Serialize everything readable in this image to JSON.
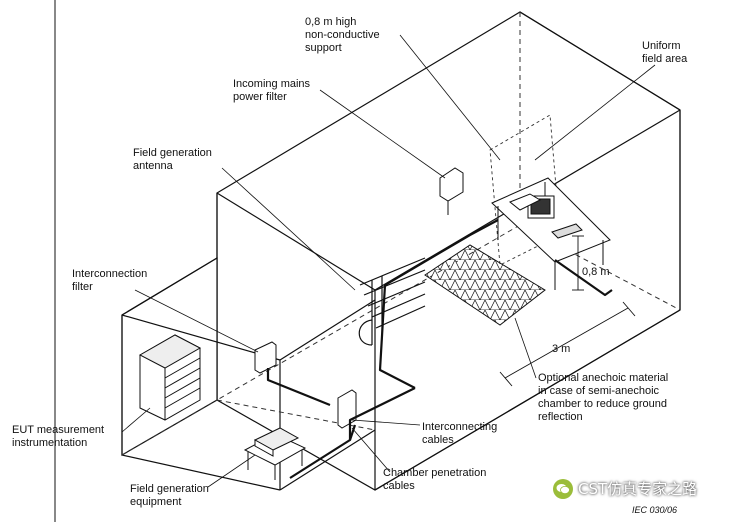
{
  "labels": {
    "support": "0,8 m high\nnon-conductive\nsupport",
    "uniform_field": "Uniform\nfield area",
    "power_filter": "Incoming mains\npower filter",
    "antenna": "Field generation\nantenna",
    "interconnection_filter": "Interconnection\nfilter",
    "eut_instrumentation": "EUT measurement\ninstrumentation",
    "field_equipment": "Field generation\nequipment",
    "chamber_cables": "Chamber penetration\ncables",
    "interconnecting_cables": "Interconnecting\ncables",
    "anechoic_material": "Optional anechoic material\nin case of semi-anechoic\nchamber to reduce ground\nreflection"
  },
  "dimensions": {
    "height": "0,8 m",
    "distance": "3 m"
  },
  "figure_ref": "IEC   030/06",
  "watermark": "CST仿真专家之路",
  "colors": {
    "line": "#111111",
    "dashed": "#333333",
    "accent": "#9bbd3a"
  }
}
